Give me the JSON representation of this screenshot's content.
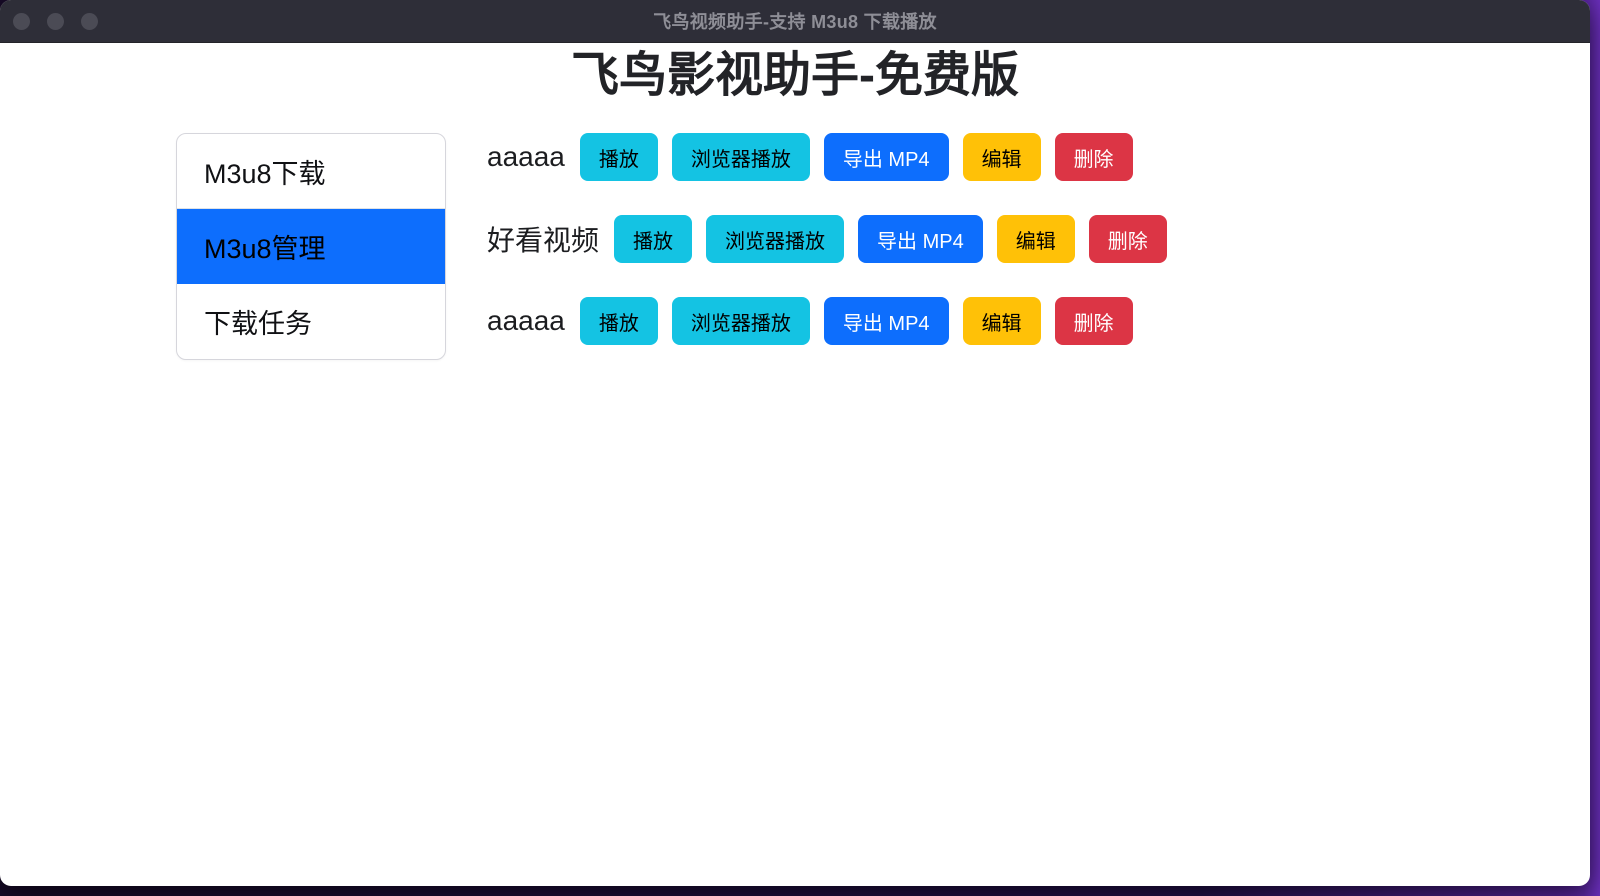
{
  "window": {
    "titlebar": {
      "title": "飞鸟视频助手-支持 M3u8 下载播放",
      "controls": [
        {
          "key": "close",
          "name": "close-button"
        },
        {
          "key": "minimize",
          "name": "minimize-button"
        },
        {
          "key": "zoom",
          "name": "zoom-button"
        }
      ]
    },
    "heading": "飞鸟影视助手-免费版"
  },
  "sidebar": {
    "items": [
      {
        "key": "m3u8-download",
        "label": "M3u8下载",
        "active": false
      },
      {
        "key": "m3u8-manage",
        "label": "M3u8管理",
        "active": true
      },
      {
        "key": "download-tasks",
        "label": "下载任务",
        "active": false
      }
    ]
  },
  "videos": {
    "rows": [
      {
        "name": "aaaaa"
      },
      {
        "name": "好看视频"
      },
      {
        "name": "aaaaa"
      }
    ],
    "actions": [
      {
        "key": "play",
        "label": "播放",
        "style": "info"
      },
      {
        "key": "browser-play",
        "label": "浏览器播放",
        "style": "info"
      },
      {
        "key": "export-mp4",
        "label": "导出 MP4",
        "style": "primary"
      },
      {
        "key": "edit",
        "label": "编辑",
        "style": "warning"
      },
      {
        "key": "delete",
        "label": "删除",
        "style": "danger"
      }
    ]
  },
  "colors": {
    "titlebar_bg": "#2e2e38",
    "titlebar_text": "#8e8e96",
    "traffic_light_inactive": "#4b4b55",
    "info": "#14c3e3",
    "primary": "#0d6efd",
    "warning": "#ffc107",
    "danger": "#dc3545",
    "sidebar_active": "#0d6efd",
    "desktop_purple": "#5b26a2"
  }
}
